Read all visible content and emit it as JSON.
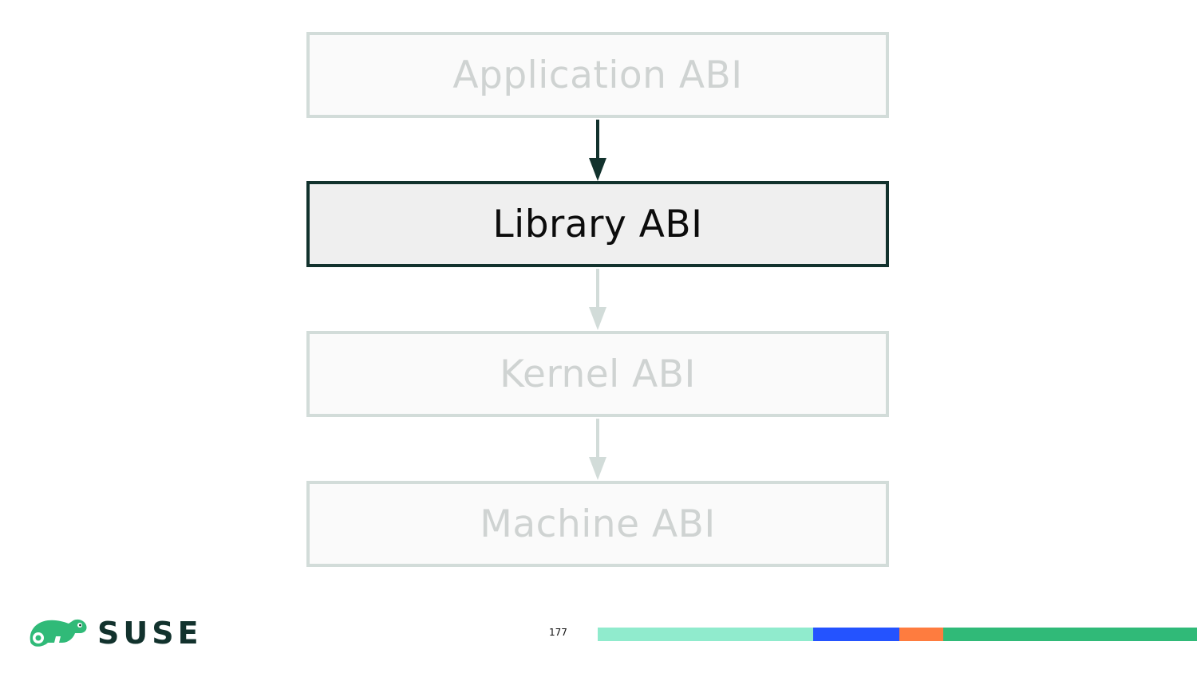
{
  "diagram": {
    "layers": [
      {
        "id": "application",
        "label": "Application ABI",
        "state": "dim"
      },
      {
        "id": "library",
        "label": "Library ABI",
        "state": "active"
      },
      {
        "id": "kernel",
        "label": "Kernel ABI",
        "state": "dim"
      },
      {
        "id": "machine",
        "label": "Machine ABI",
        "state": "dim"
      }
    ],
    "arrows": [
      {
        "from": "application",
        "to": "library",
        "state": "active"
      },
      {
        "from": "library",
        "to": "kernel",
        "state": "dim"
      },
      {
        "from": "kernel",
        "to": "machine",
        "state": "dim"
      }
    ]
  },
  "footer": {
    "logo_text": "SUSE",
    "logo_icon": "chameleon-icon",
    "page_number": "177"
  },
  "colors": {
    "active_border": "#12322d",
    "dim_border": "#d2dcd9",
    "dim_text": "#cfd3d2",
    "brand_green": "#30ba78",
    "bar_mint": "#90ebcd",
    "bar_blue": "#2453ff",
    "bar_orange": "#fe7c3f",
    "bar_green": "#30ba78"
  }
}
